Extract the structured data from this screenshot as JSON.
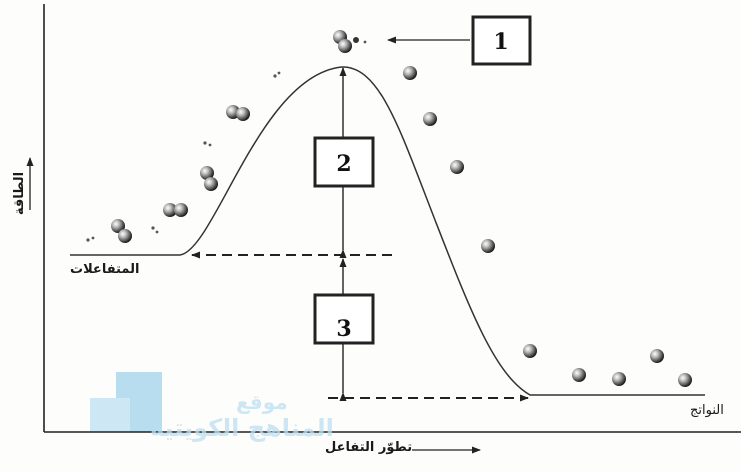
{
  "diagram": {
    "y_axis_label": "الطاقة",
    "x_axis_label": "تطوّر التفاعل",
    "reactants_label": "المتفاعلات",
    "products_label": "النواتج",
    "boxes": [
      "1",
      "2",
      "3"
    ]
  },
  "watermark": {
    "line1": "موقع",
    "line2": "المناهج الكويتية"
  }
}
